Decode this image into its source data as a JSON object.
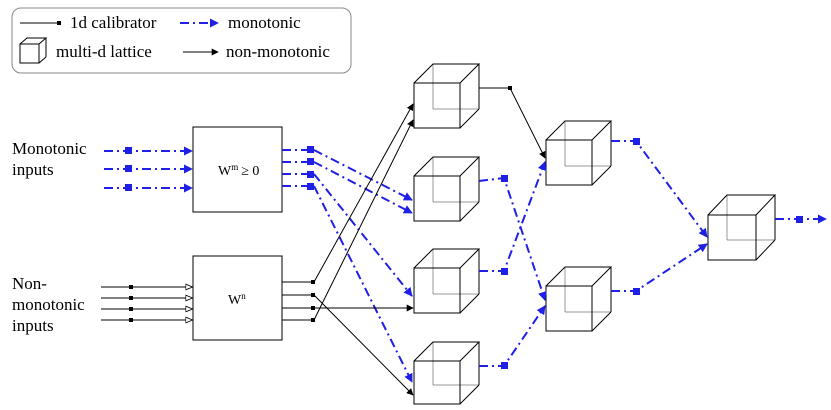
{
  "legend": {
    "calibrator_label": "1d calibrator",
    "lattice_label": "multi-d lattice",
    "monotonic_label": "monotonic",
    "nonmonotonic_label": "non-monotonic"
  },
  "inputs": {
    "monotonic_line1": "Monotonic",
    "monotonic_line2": "inputs",
    "nonmonotonic_line1": "Non-",
    "nonmonotonic_line2": "monotonic",
    "nonmonotonic_line3": "inputs"
  },
  "weights": {
    "monotonic_base": "W",
    "monotonic_sup": "m",
    "monotonic_rel": "≥  0",
    "nonmonotonic_base": "W",
    "nonmonotonic_sup": "n"
  },
  "colors": {
    "monotonic": "#1f1fe6",
    "nonmonotonic": "#000000"
  }
}
